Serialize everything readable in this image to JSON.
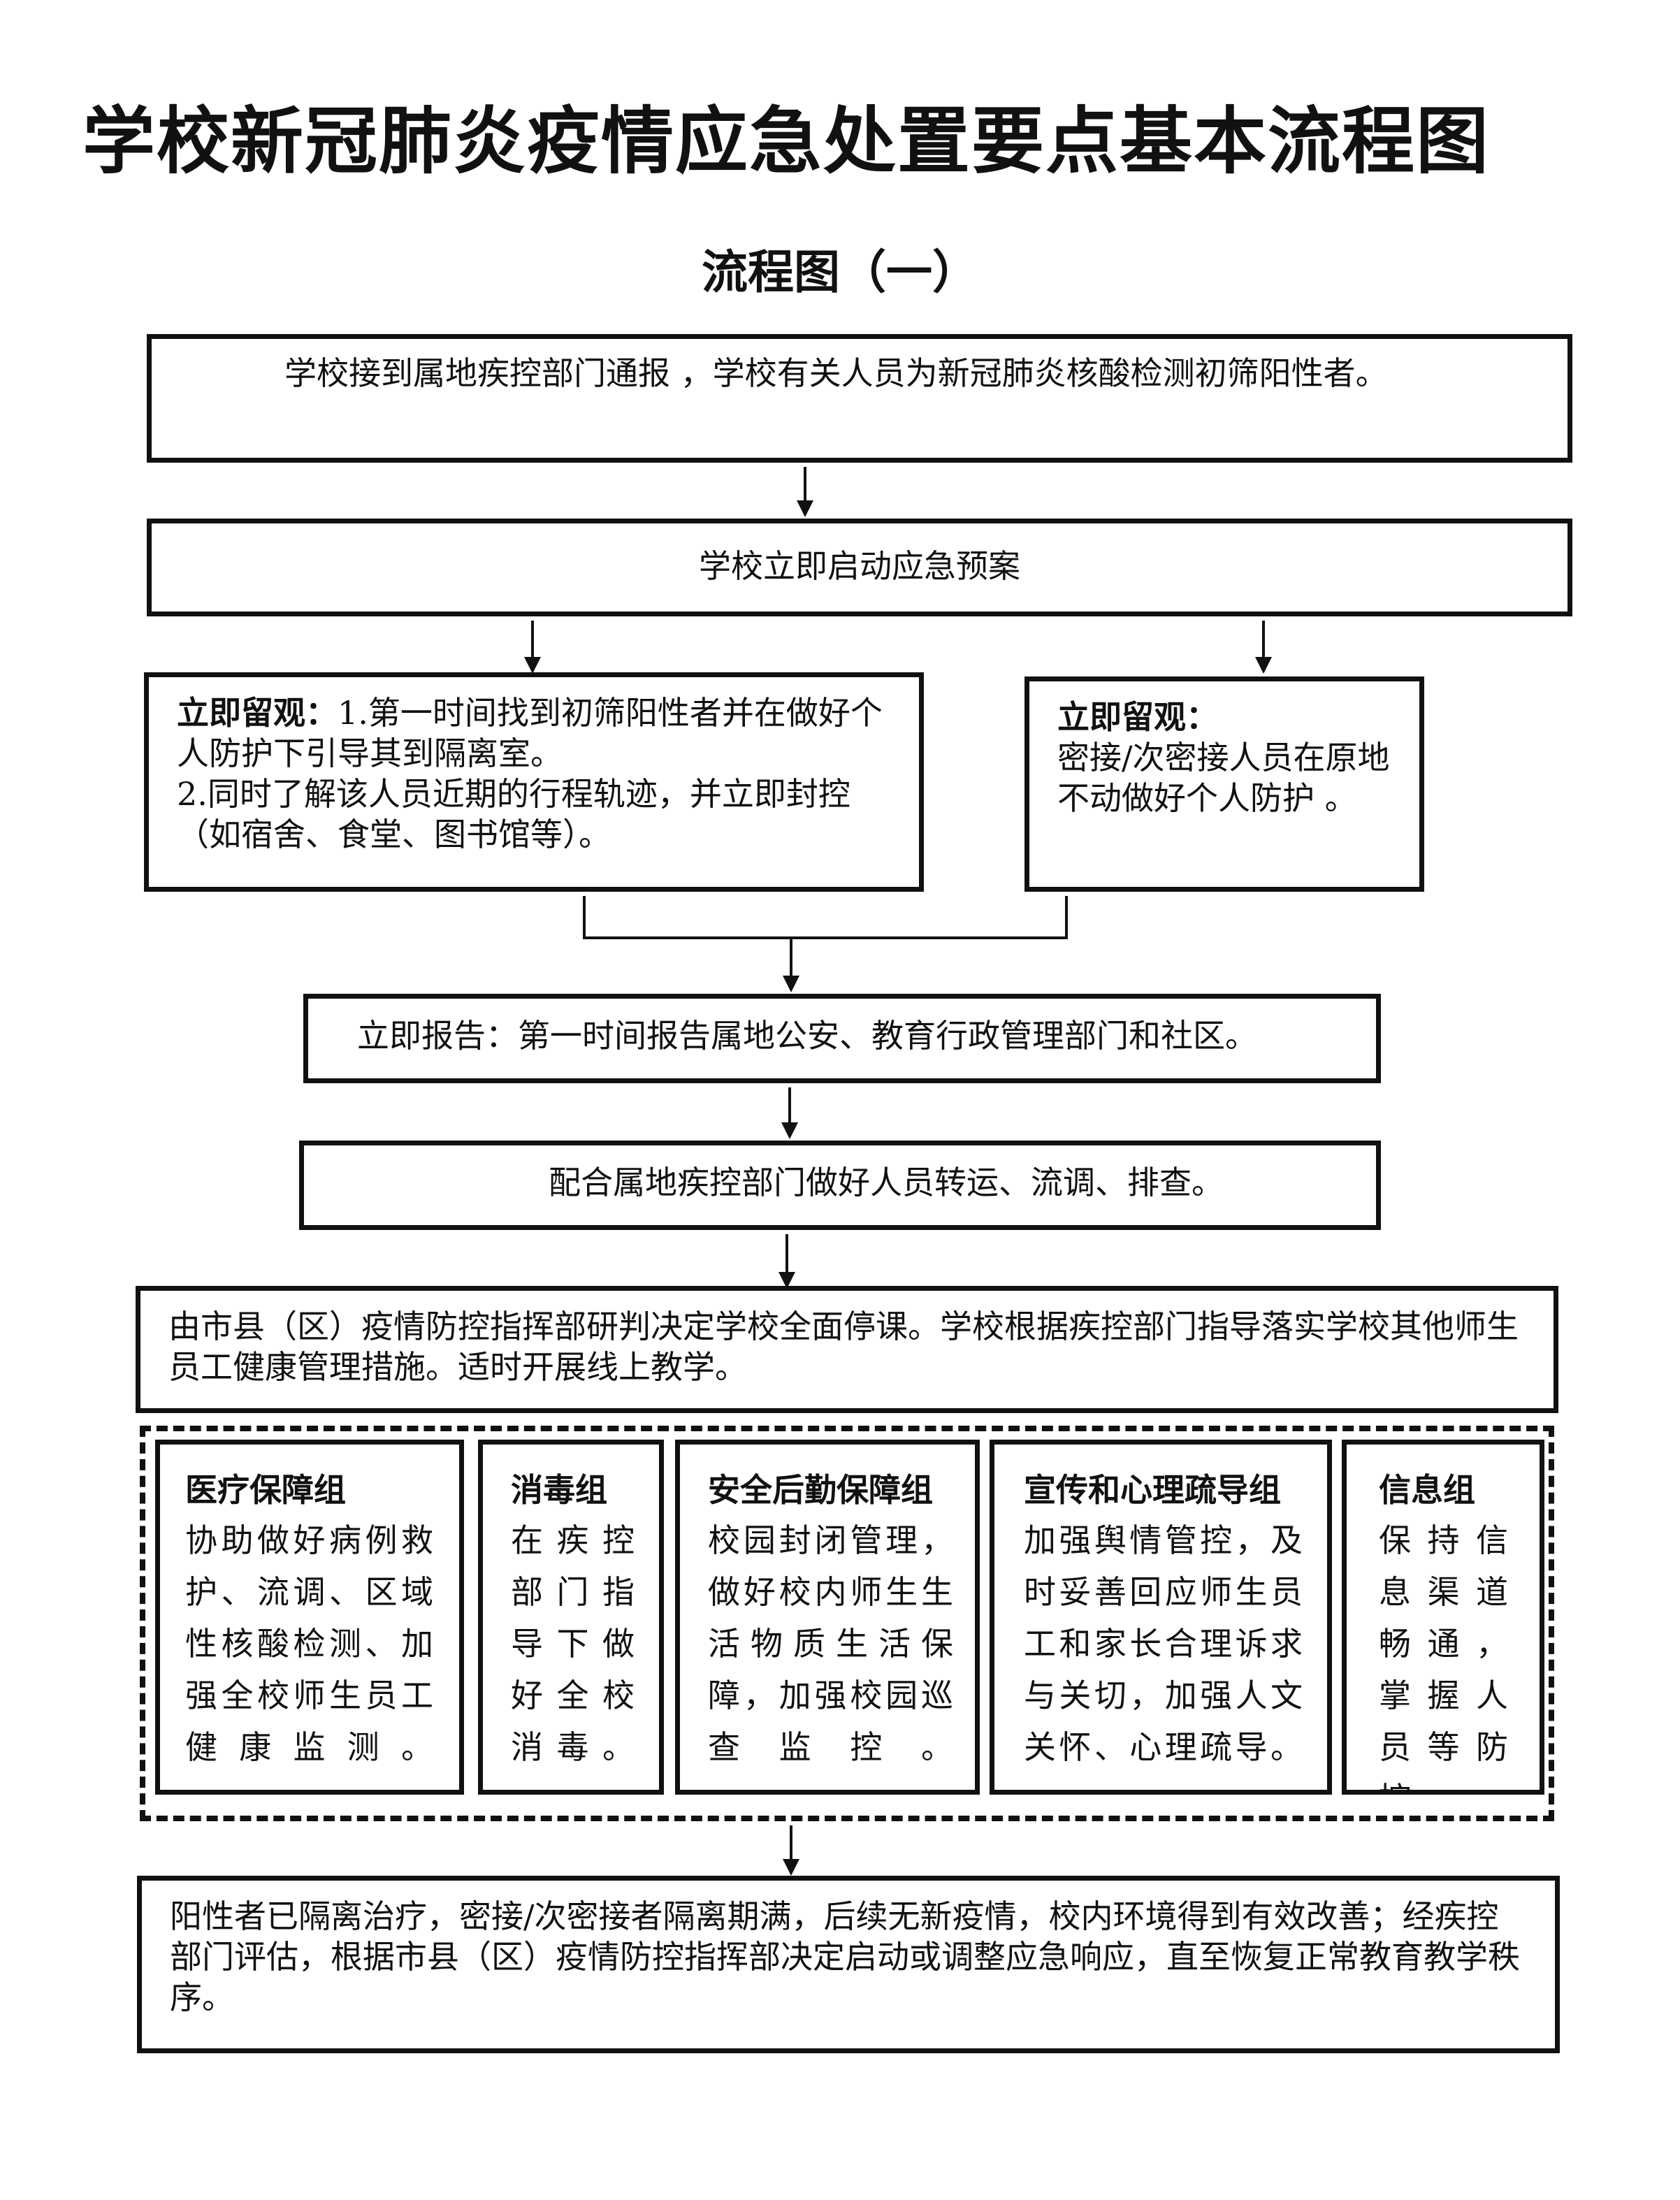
{
  "title": "学校新冠肺炎疫情应急处置要点基本流程图",
  "subtitle": "流程图（一）",
  "steps": {
    "notify": "学校接到属地疾控部门通报 ，学校有关人员为新冠肺炎核酸检测初筛阳性者。",
    "plan": "学校立即启动应急预案",
    "observe_left": {
      "label": "立即留观：",
      "line1": "1.第一时间找到初筛阳性者并在做好个人防护下引导其到隔离室。",
      "line2": "2.同时了解该人员近期的行程轨迹，并立即封控（如宿舍、食堂、图书馆等）。"
    },
    "observe_right": {
      "label": "立即留观：",
      "text": "密接/次密接人员在原地不动做好个人防护 。"
    },
    "report": "立即报告：第一时间报告属地公安、教育行政管理部门和社区。",
    "cooperate": "配合属地疾控部门做好人员转运、流调、排查。",
    "suspend": "由市县（区）疫情防控指挥部研判决定学校全面停课。学校根据疾控部门指导落实学校其他师生员工健康管理措施。适时开展线上教学。",
    "final": "阳性者已隔离治疗，密接/次密接者隔离期满，后续无新疫情，校内环境得到有效改善；经疾控部门评估，根据市县（区）疫情防控指挥部决定启动或调整应急响应，直至恢复正常教育教学秩序。"
  },
  "groups": [
    {
      "title": "医疗保障组",
      "body": "协助做好病例救护、流调、区域性核酸检测、加强全校师生员工健康监测。"
    },
    {
      "title": "消毒组",
      "body": "在疾控部门指导下做好全校消毒。"
    },
    {
      "title": "安全后勤保障组",
      "body": "校园封闭管理，做好校内师生生活物质生活保障，加强校园巡查监控。"
    },
    {
      "title": "宣传和心理疏导组",
      "body": "加强舆情管控，及时妥善回应师生员工和家长合理诉求与关切，加强人文关怀、心理疏导。"
    },
    {
      "title": "信息组",
      "body": "保持信息渠道畅通，掌握人员等防控"
    }
  ]
}
